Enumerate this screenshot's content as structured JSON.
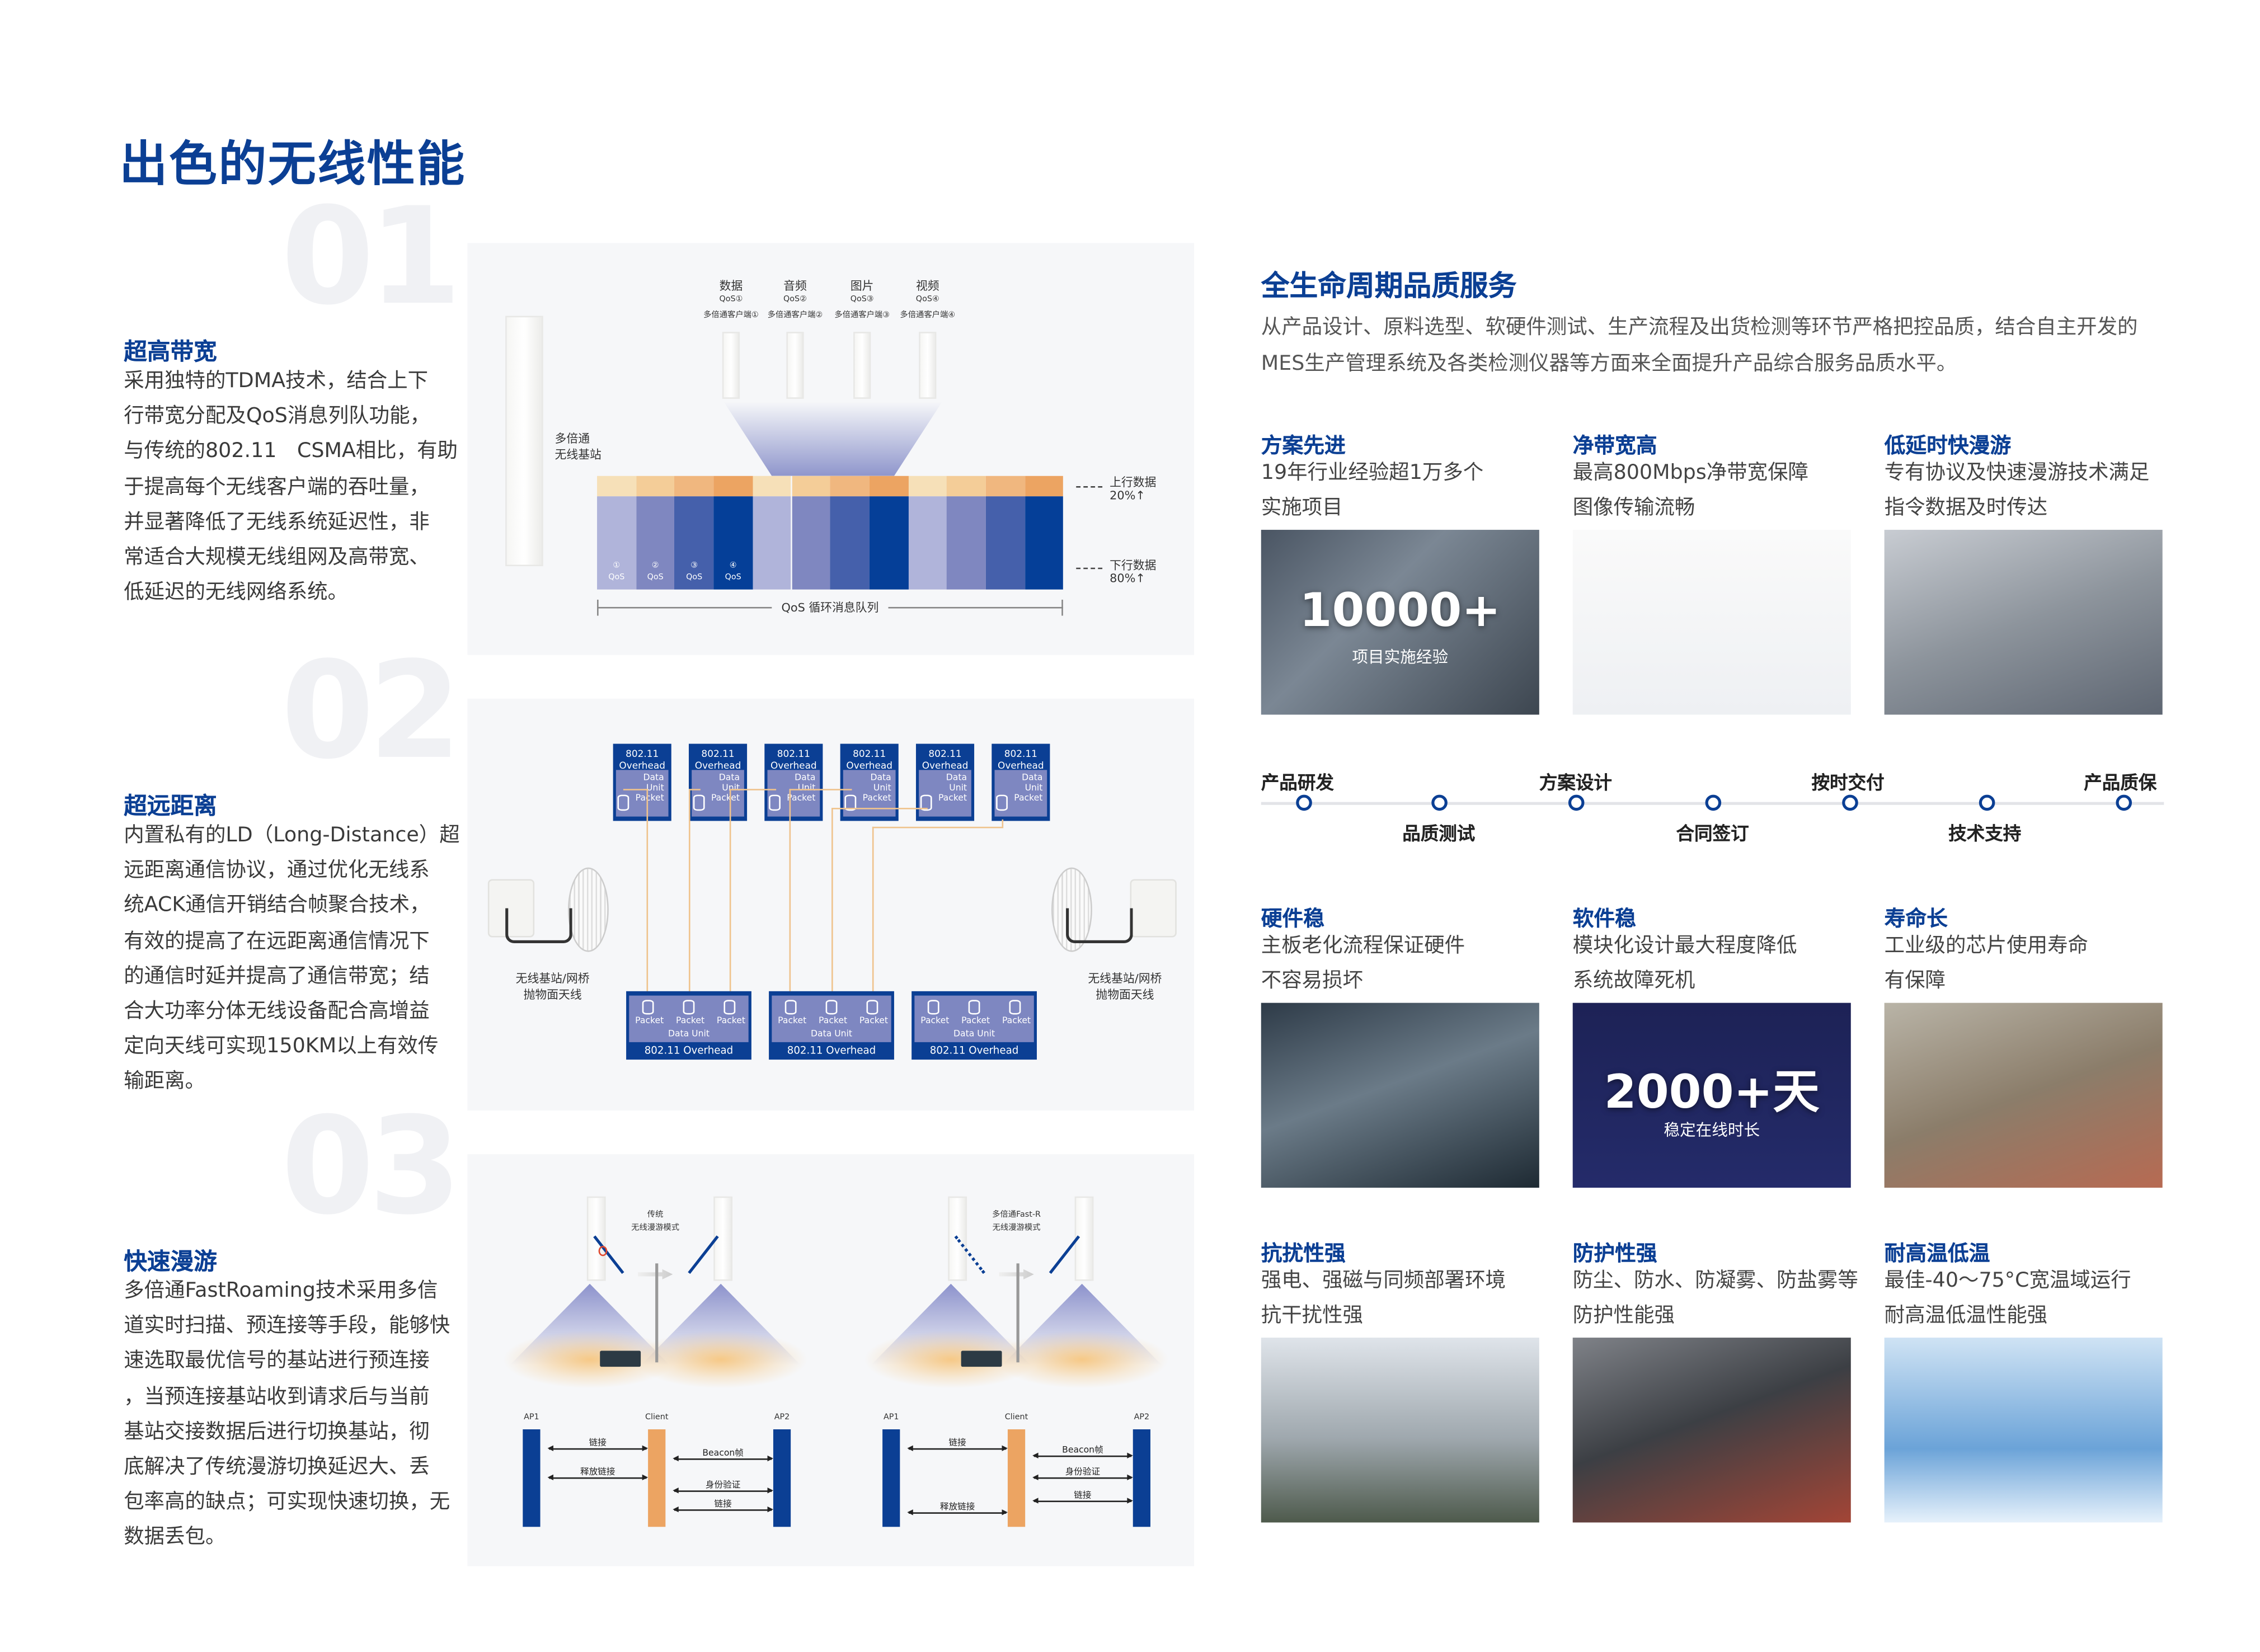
{
  "page_title": "出色的无线性能",
  "left_sections": [
    {
      "number": "01",
      "heading": "超高带宽",
      "lines": [
        "采用独特的TDMA技术，结合上下",
        "行带宽分配及QoS消息列队功能，",
        "与传统的802.11　CSMA相比，有助",
        "于提高每个无线客户端的吞吐量，",
        "并显著降低了无线系统延迟性，非",
        "常适合大规模无线组网及高带宽、",
        "低延迟的无线网络系统。"
      ]
    },
    {
      "number": "02",
      "heading": "超远距离",
      "lines": [
        "内置私有的LD（Long-Distance）超",
        "远距离通信协议，通过优化无线系",
        "统ACK通信开销结合帧聚合技术，",
        "有效的提高了在远距离通信情况下",
        "的通信时延并提高了通信带宽；结",
        "合大功率分体无线设备配合高增益",
        "定向天线可实现150KM以上有效传",
        "输距离。"
      ]
    },
    {
      "number": "03",
      "heading": "快速漫游",
      "lines": [
        "多倍通FastRoaming技术采用多信",
        "道实时扫描、预连接等手段，能够快",
        "速选取最优信号的基站进行预连接",
        "，当预连接基站收到请求后与当前",
        "基站交接数据后进行切换基站，彻",
        "底解决了传统漫游切换延迟大、丢",
        "包率高的缺点；可实现快速切换，无",
        "数据丢包。"
      ]
    }
  ],
  "diagram_bandwidth": {
    "base_station_label": [
      "多倍通",
      "无线基站"
    ],
    "clients": [
      {
        "type": "数据",
        "qos": "QoS①",
        "client": "多倍通客户端①"
      },
      {
        "type": "音频",
        "qos": "QoS②",
        "client": "多倍通客户端②"
      },
      {
        "type": "图片",
        "qos": "QoS③",
        "client": "多倍通客户端③"
      },
      {
        "type": "视频",
        "qos": "QoS④",
        "client": "多倍通客户端④"
      }
    ],
    "bar_labels": [
      [
        "①",
        "QoS"
      ],
      [
        "②",
        "QoS"
      ],
      [
        "③",
        "QoS"
      ],
      [
        "④",
        "QoS"
      ]
    ],
    "uplink": {
      "label": "上行数据",
      "value": "20%↑"
    },
    "downlink": {
      "label": "下行数据",
      "value": "80%↑"
    },
    "queue_label": "QoS 循环消息队列",
    "colors": {
      "down": [
        "#b0b4da",
        "#7f87c0",
        "#4560ab",
        "#053f98"
      ],
      "up": [
        "#f6e0b8",
        "#f4cd98",
        "#f0b77f",
        "#eca462"
      ]
    }
  },
  "diagram_distance": {
    "frame_top": {
      "overhead": [
        "802.11",
        "Overhead"
      ],
      "unit": [
        "Data",
        "Unit",
        "Packet"
      ]
    },
    "frame_bottom": {
      "packet": "Packet",
      "unit": "Data Unit",
      "overhead": "802.11 Overhead"
    },
    "left_label": [
      "无线基站/网桥",
      "抛物面天线"
    ],
    "right_label": [
      "无线基站/网桥",
      "抛物面天线"
    ]
  },
  "diagram_roaming": {
    "left_mode": [
      "传统",
      "无线漫游模式"
    ],
    "right_mode": [
      "多倍通Fast-R",
      "无线漫游模式"
    ],
    "ap1": "AP1",
    "client": "Client",
    "ap2": "AP2",
    "left_seq": {
      "link": "链接",
      "release": "释放链接",
      "beacon": "Beacon帧",
      "auth": "身份验证",
      "link2": "链接"
    },
    "right_seq": {
      "link": "链接",
      "beacon": "Beacon帧",
      "auth": "身份验证",
      "link2": "链接",
      "release": "释放链接"
    }
  },
  "right": {
    "title": "全生命周期品质服务",
    "intro": [
      "从产品设计、原料选型、软硬件测试、生产流程及出货检测等环节严格把控品质，结合自主开发的",
      "MES生产管理系统及各类检测仪器等方面来全面提升产品综合服务品质水平。"
    ],
    "row1": [
      {
        "heading": "方案先进",
        "lines": [
          "19年行业经验超1万多个",
          "实施项目"
        ],
        "overlay_big": "10000+",
        "overlay_small": "项目实施经验"
      },
      {
        "heading": "净带宽高",
        "lines": [
          "最高800Mbps净带宽保障",
          "图像传输流畅"
        ]
      },
      {
        "heading": "低延时快漫游",
        "lines": [
          "专有协议及快速漫游技术满足",
          "指令数据及时传达"
        ]
      }
    ],
    "timeline_top": [
      "产品研发",
      "方案设计",
      "按时交付",
      "产品质保"
    ],
    "timeline_bottom": [
      "品质测试",
      "合同签订",
      "技术支持"
    ],
    "row2": [
      {
        "heading": "硬件稳",
        "lines": [
          "主板老化流程保证硬件",
          "不容易损坏"
        ]
      },
      {
        "heading": "软件稳",
        "lines": [
          "模块化设计最大程度降低",
          "系统故障死机"
        ],
        "overlay_big": "2000+天",
        "overlay_small": "稳定在线时长"
      },
      {
        "heading": "寿命长",
        "lines": [
          "工业级的芯片使用寿命",
          "有保障"
        ]
      }
    ],
    "row3": [
      {
        "heading": "抗扰性强",
        "lines": [
          "强电、强磁与同频部署环境",
          "抗干扰性强"
        ]
      },
      {
        "heading": "防护性强",
        "lines": [
          "防尘、防水、防凝雾、防盐雾等",
          "防护性能强"
        ]
      },
      {
        "heading": "耐高温低温",
        "lines": [
          "最佳-40～75°C宽温域运行",
          "耐高温低温性能强"
        ]
      }
    ]
  },
  "colors": {
    "brand_blue": "#0b3f94",
    "orange": "#eca462"
  }
}
